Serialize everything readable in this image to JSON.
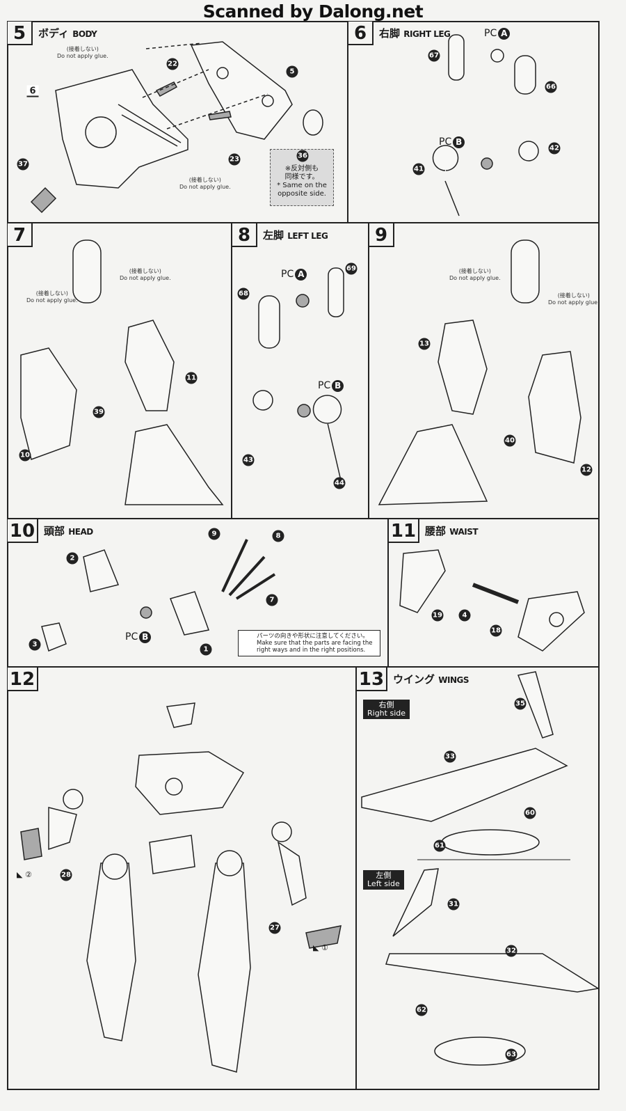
{
  "watermark": "Scanned by Dalong.net",
  "glue_note": {
    "jp": "(接着しない)",
    "en": "Do not apply glue."
  },
  "pc_label": "PC",
  "steps": [
    {
      "num": "5",
      "jp": "ボディ",
      "en": "BODY",
      "parts": [
        "22",
        "5",
        "6",
        "37",
        "23",
        "36"
      ],
      "note_box": {
        "jp1": "※反対側も",
        "jp2": "同様です。",
        "en1": "* Same on the",
        "en2": "opposite side."
      }
    },
    {
      "num": "6",
      "jp": "右脚",
      "en": "RIGHT LEG",
      "parts": [
        "67",
        "66",
        "42",
        "41"
      ],
      "pc": [
        "A",
        "B"
      ]
    },
    {
      "num": "7",
      "parts": [
        "11",
        "39",
        "10"
      ]
    },
    {
      "num": "8",
      "jp": "左脚",
      "en": "LEFT LEG",
      "parts": [
        "69",
        "68",
        "43",
        "44"
      ],
      "pc": [
        "A",
        "B"
      ]
    },
    {
      "num": "9",
      "parts": [
        "13",
        "40",
        "12"
      ]
    },
    {
      "num": "10",
      "jp": "頭部",
      "en": "HEAD",
      "parts": [
        "2",
        "9",
        "8",
        "7",
        "3",
        "1"
      ],
      "pc": [
        "B"
      ],
      "warning": {
        "jp": "パーツの向きや形状に注意してください。",
        "en": "Make sure that the parts are facing the right ways and in the right positions."
      }
    },
    {
      "num": "11",
      "jp": "腰部",
      "en": "WAIST",
      "parts": [
        "19",
        "4",
        "18"
      ]
    },
    {
      "num": "12",
      "parts": [
        "28",
        "27"
      ],
      "marks": [
        "②",
        "①"
      ]
    },
    {
      "num": "13",
      "jp": "ウイング",
      "en": "WINGS",
      "parts": [
        "35",
        "33",
        "60",
        "61",
        "31",
        "32",
        "62",
        "63"
      ],
      "right_side": {
        "jp": "右側",
        "en": "Right side"
      },
      "left_side": {
        "jp": "左側",
        "en": "Left side"
      }
    }
  ]
}
